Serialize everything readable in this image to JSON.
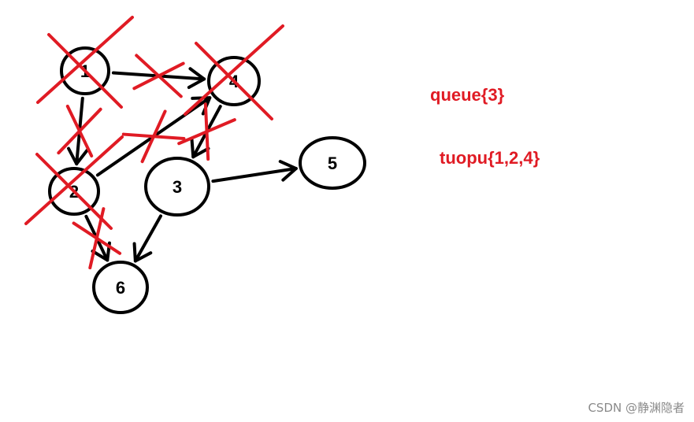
{
  "diagram": {
    "nodes": [
      {
        "id": "1",
        "label": "1",
        "crossed": true
      },
      {
        "id": "2",
        "label": "2",
        "crossed": true
      },
      {
        "id": "3",
        "label": "3",
        "crossed": false
      },
      {
        "id": "4",
        "label": "4",
        "crossed": true
      },
      {
        "id": "5",
        "label": "5",
        "crossed": false
      },
      {
        "id": "6",
        "label": "6",
        "crossed": false
      }
    ],
    "edges": [
      {
        "from": "1",
        "to": "4",
        "crossed": true
      },
      {
        "from": "1",
        "to": "2",
        "crossed": true
      },
      {
        "from": "2",
        "to": "4",
        "crossed": true
      },
      {
        "from": "2",
        "to": "6",
        "crossed": true
      },
      {
        "from": "4",
        "to": "3",
        "crossed": true
      },
      {
        "from": "3",
        "to": "5",
        "crossed": false
      },
      {
        "from": "3",
        "to": "6",
        "crossed": false
      }
    ],
    "colors": {
      "ink": "#000000",
      "cross": "#e01b24"
    }
  },
  "annotations": {
    "queue": "queue{3}",
    "tuopu": "tuopu{1,2,4}"
  },
  "watermark": "CSDN @静渊隐者"
}
